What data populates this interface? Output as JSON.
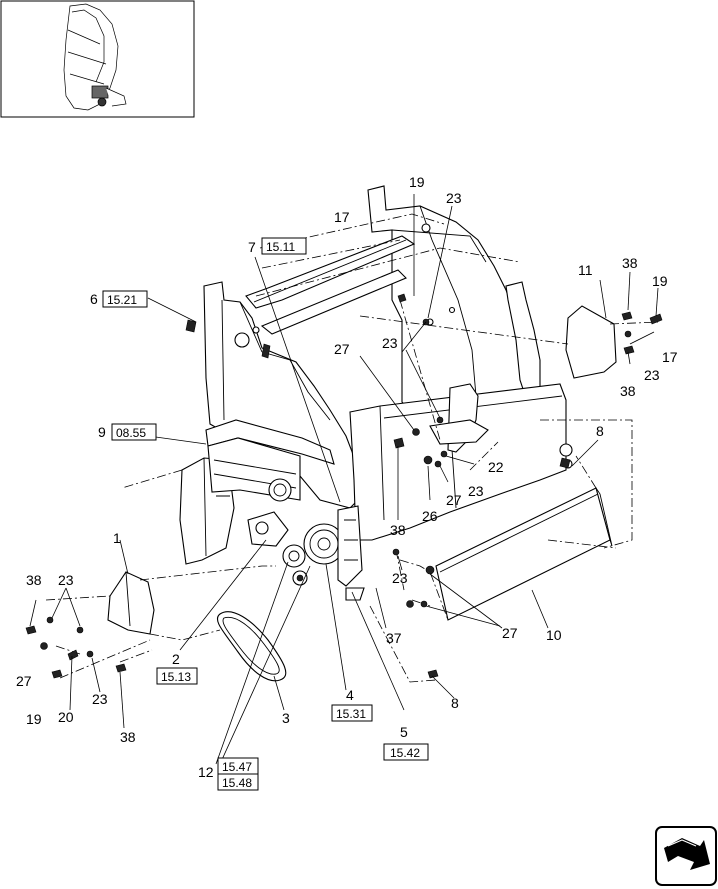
{
  "diagram": {
    "callouts": {
      "c1": "1",
      "c2": "2",
      "c3": "3",
      "c4": "4",
      "c5": "5",
      "c6": "6",
      "c7": "7",
      "c8a": "8",
      "c8b": "8",
      "c9": "9",
      "c10": "10",
      "c11": "11",
      "c12": "12",
      "c17a": "17",
      "c17b": "17",
      "c19a": "19",
      "c19b": "19",
      "c19c": "19",
      "c20": "20",
      "c22": "22",
      "c23a": "23",
      "c23b": "23",
      "c23c": "23",
      "c23d": "23",
      "c23e": "23",
      "c23f": "23",
      "c23g": "23",
      "c26": "26",
      "c27a": "27",
      "c27b": "27",
      "c27c": "27",
      "c27d": "27",
      "c37": "37",
      "c38a": "38",
      "c38b": "38",
      "c38c": "38",
      "c38d": "38",
      "c38e": "38"
    },
    "references": {
      "r6": "15.21",
      "r7": "15.11",
      "r9": "08.55",
      "r2": "15.13",
      "r4": "15.31",
      "r5": "15.42",
      "r12a": "15.47",
      "r12b": "15.48"
    },
    "icons": {
      "thumbnail": "machine-location-thumbnail",
      "navigation": "next-page-arrow-icon"
    }
  }
}
